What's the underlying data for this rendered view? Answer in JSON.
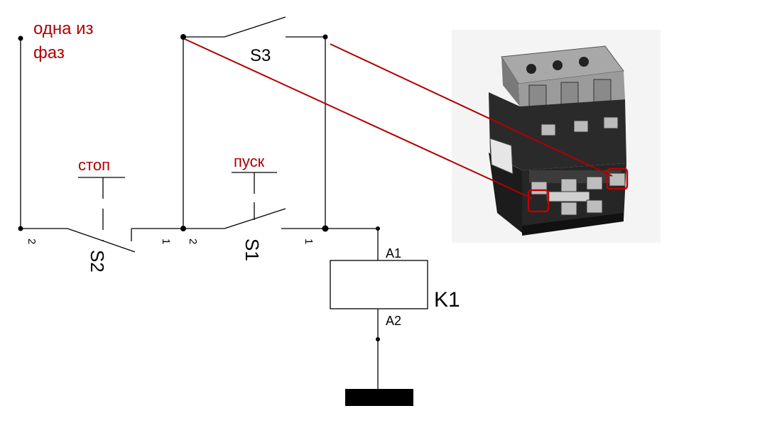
{
  "colors": {
    "wire": "#000000",
    "annotation": "#b00000",
    "photo_highlight": "#c00000"
  },
  "labels": {
    "phase": [
      "одна из",
      "фаз"
    ],
    "stop": "стоп",
    "start": "пуск",
    "s2_name": "S2",
    "s1_name": "S1",
    "s3_name": "S3",
    "s2_pin_left": "2",
    "s2_pin_right": "1",
    "s1_pin_left": "2",
    "s1_pin_right": "1",
    "coil_name": "K1",
    "coil_pin_top": "A1",
    "coil_pin_bottom": "A2"
  },
  "photo": {
    "subject": "contactor-photo"
  }
}
